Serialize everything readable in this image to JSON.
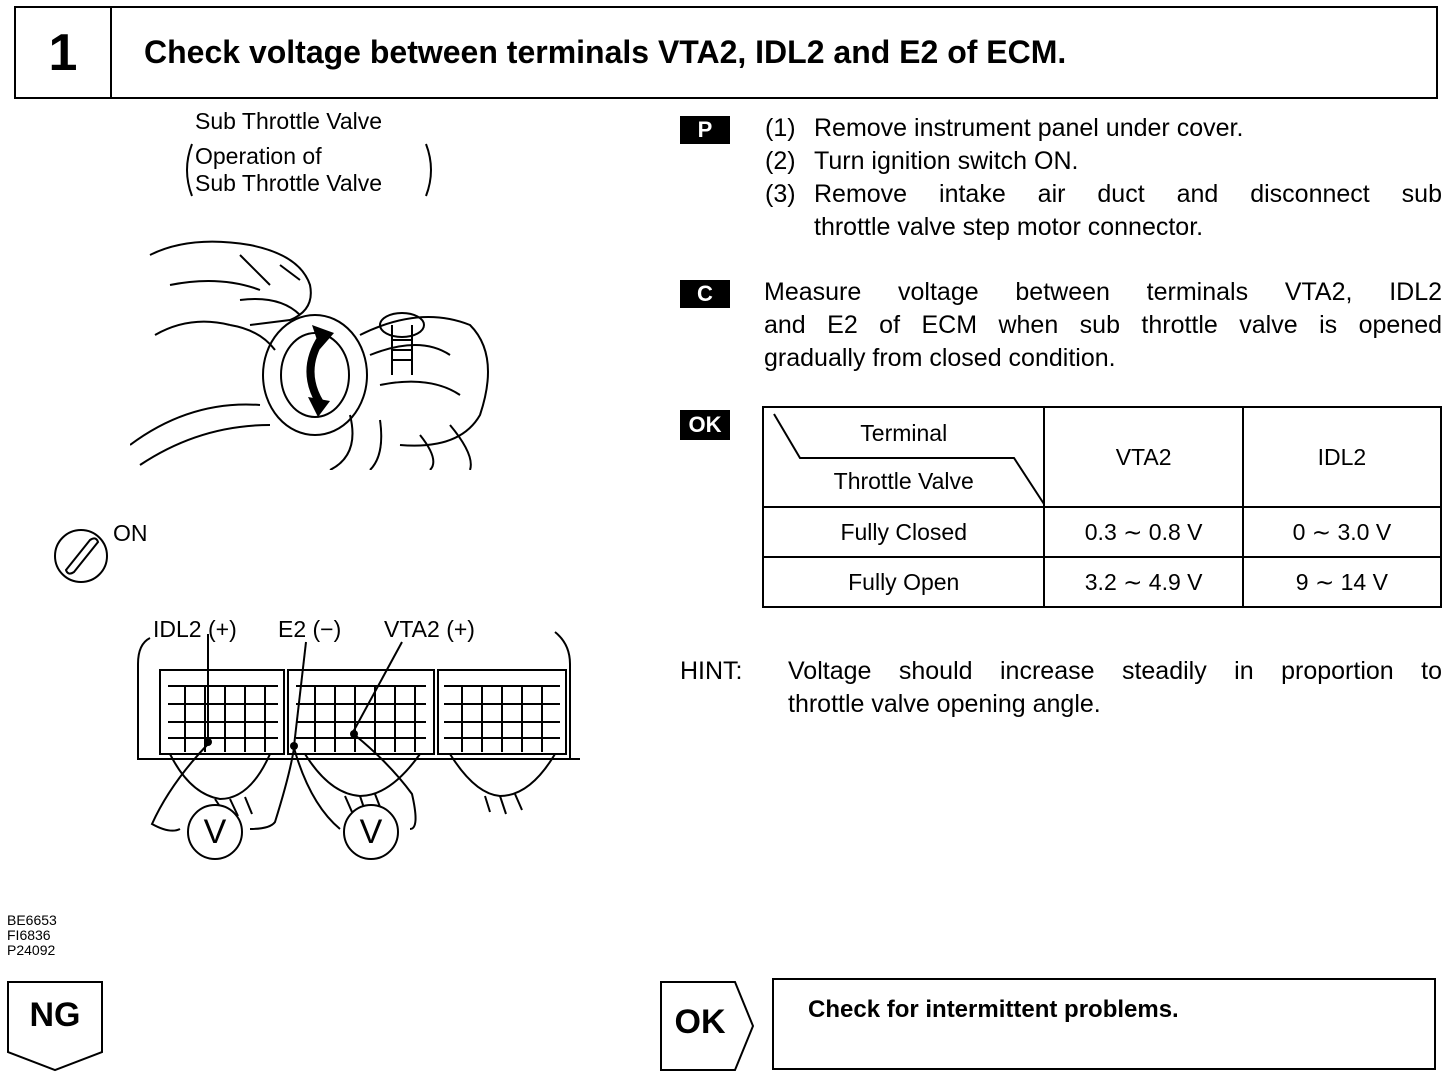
{
  "header": {
    "step_number": "1",
    "title": "Check voltage between terminals VTA2, IDL2 and E2 of ECM."
  },
  "illustration": {
    "caption_title": "Sub Throttle Valve",
    "caption_paren_line1": "Operation of",
    "caption_paren_line2": "Sub Throttle Valve",
    "ignition_label": "ON",
    "probe_idl2": "IDL2 (+)",
    "probe_e2": "E2 (−)",
    "probe_vta2": "VTA2 (+)",
    "meter_symbol": "V",
    "figure_codes": [
      "BE6653",
      "FI6836",
      "P24092"
    ]
  },
  "steps": {
    "prep_badge": "P",
    "prep_items": [
      {
        "num": "(1)",
        "line1": "Remove instrument panel under cover.",
        "line2": ""
      },
      {
        "num": "(2)",
        "line1": "Turn ignition switch ON.",
        "line2": ""
      },
      {
        "num": "(3)",
        "line1": "Remove intake air duct and disconnect sub",
        "line2": "throttle valve step motor connector."
      }
    ],
    "check_badge": "C",
    "check_lines": [
      "Measure voltage between terminals VTA2, IDL2",
      "and E2 of ECM when sub throttle valve is opened",
      "gradually from closed condition."
    ],
    "ok_badge": "OK"
  },
  "spec_table": {
    "corner_top": "Terminal",
    "corner_bottom": "Throttle Valve",
    "columns": [
      "VTA2",
      "IDL2"
    ],
    "rows": [
      {
        "label": "Fully Closed",
        "vta2": "0.3 ∼ 0.8 V",
        "idl2": "0 ∼ 3.0 V"
      },
      {
        "label": "Fully Open",
        "vta2": "3.2 ∼ 4.9 V",
        "idl2": "9 ∼ 14 V"
      }
    ]
  },
  "hint": {
    "label": "HINT:",
    "line1": "Voltage should increase steadily in proportion to",
    "line2": "throttle valve opening angle."
  },
  "results": {
    "ng_label": "NG",
    "ok_label": "OK",
    "ok_action": "Check for intermittent problems."
  }
}
